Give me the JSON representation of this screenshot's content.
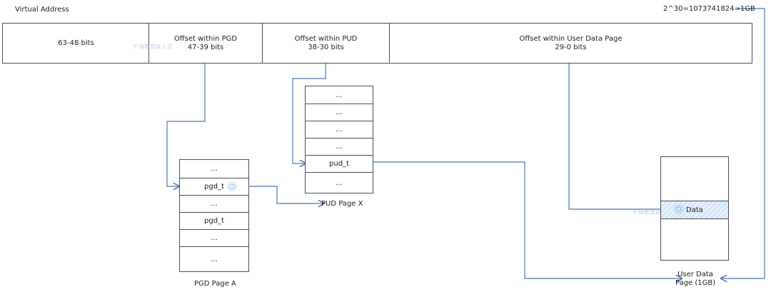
{
  "header": {
    "title": "Virtual Address",
    "size_note": "2^30=1073741824=1GB"
  },
  "address_fields": [
    {
      "label": "63-48 bits",
      "sub": ""
    },
    {
      "label": "Offset within PGD",
      "sub": "47-39 bits"
    },
    {
      "label": "Offset within PUD",
      "sub": "38-30 bits"
    },
    {
      "label": "Offset within User Data Page",
      "sub": "29-0 bits"
    }
  ],
  "pgd_table": {
    "caption": "PGD Page A",
    "entries": [
      "...",
      "pgd_t",
      "...",
      "pgd_t",
      "...",
      "..."
    ]
  },
  "pud_table": {
    "caption": "PUD Page X",
    "entries": [
      "...",
      "...",
      "...",
      "...",
      "pud_t",
      "..."
    ]
  },
  "data_page": {
    "caption_line1": "User Data",
    "caption_line2": "Page (1GB)",
    "entry": "Data"
  },
  "watermark": "千锋教育嵌入式",
  "colors": {
    "line": "#4a78b5",
    "border": "#4a4f56"
  }
}
